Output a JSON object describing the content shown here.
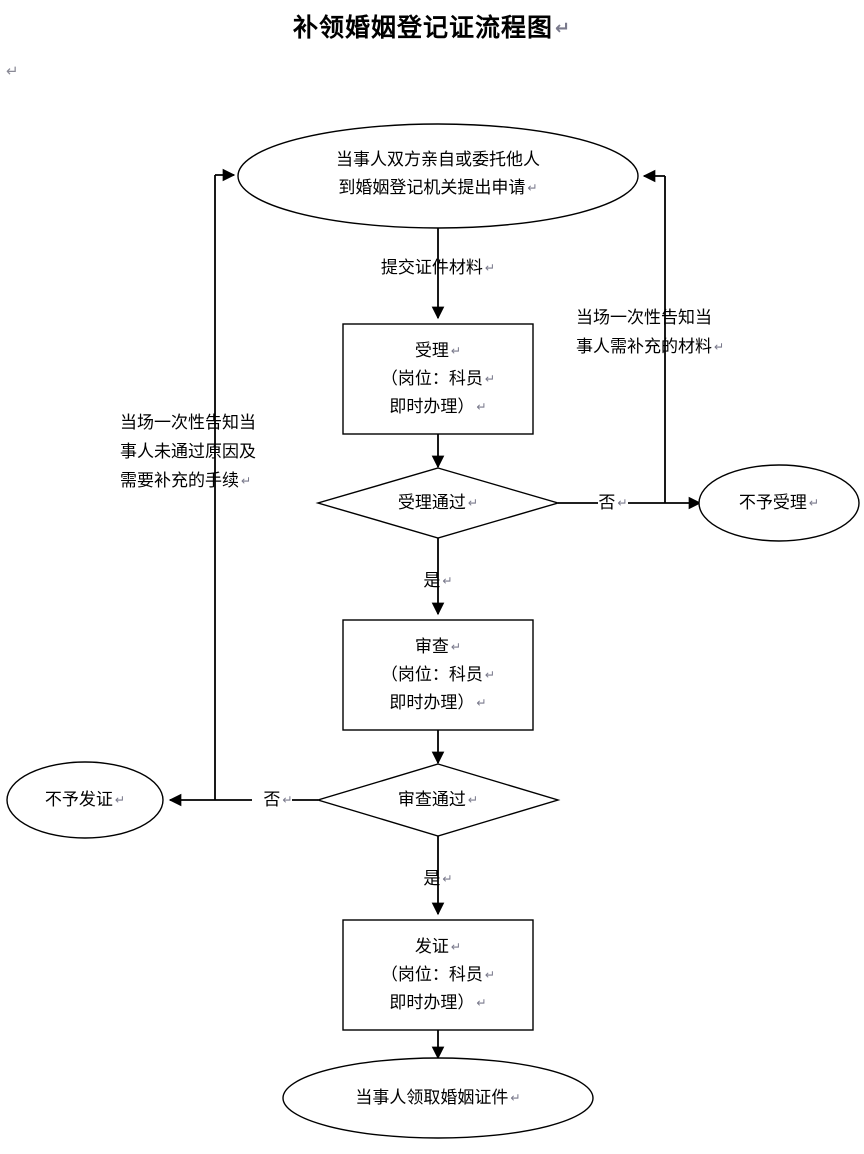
{
  "document": {
    "title": "补领婚姻登记证流程图",
    "pilcrow": "↵",
    "stray_pilcrow": "↵",
    "colors": {
      "stroke": "#000000",
      "text": "#000000",
      "background": "#ffffff",
      "pilcrow": "#7a7a8c"
    }
  },
  "flowchart": {
    "type": "flowchart",
    "nodes": {
      "start": {
        "shape": "ellipse",
        "line1": "当事人双方亲自或委托他人",
        "line2": "到婚姻登记机关提出申请",
        "pilcrow": "↵"
      },
      "accept_box": {
        "shape": "process",
        "line1": "受理",
        "line2": "（岗位：科员",
        "line3": "即时办理）",
        "pilcrow": "↵"
      },
      "accept_decision": {
        "shape": "decision",
        "label": "受理通过",
        "pilcrow": "↵"
      },
      "reject_accept": {
        "shape": "ellipse",
        "label": "不予受理",
        "pilcrow": "↵"
      },
      "review_box": {
        "shape": "process",
        "line1": "审查",
        "line2": "（岗位：科员",
        "line3": "即时办理）",
        "pilcrow": "↵"
      },
      "review_decision": {
        "shape": "decision",
        "label": "审查通过",
        "pilcrow": "↵"
      },
      "reject_issue": {
        "shape": "ellipse",
        "label": "不予发证",
        "pilcrow": "↵"
      },
      "issue_box": {
        "shape": "process",
        "line1": "发证",
        "line2": "（岗位：科员",
        "line3": "即时办理）",
        "pilcrow": "↵"
      },
      "end": {
        "shape": "ellipse",
        "label": "当事人领取婚姻证件",
        "pilcrow": "↵"
      }
    },
    "edge_labels": {
      "submit_materials": "提交证件材料",
      "accept_no": "否",
      "accept_yes": "是",
      "review_no": "否",
      "review_yes": "是",
      "pilcrow": "↵"
    },
    "notes": {
      "right_note": {
        "line1": "当场一次性告知当",
        "line2": "事人需补充的材料",
        "pilcrow": "↵"
      },
      "left_note": {
        "line1": "当场一次性告知当",
        "line2": "事人未通过原因及",
        "line3": "需要补充的手续",
        "pilcrow": "↵"
      }
    }
  }
}
